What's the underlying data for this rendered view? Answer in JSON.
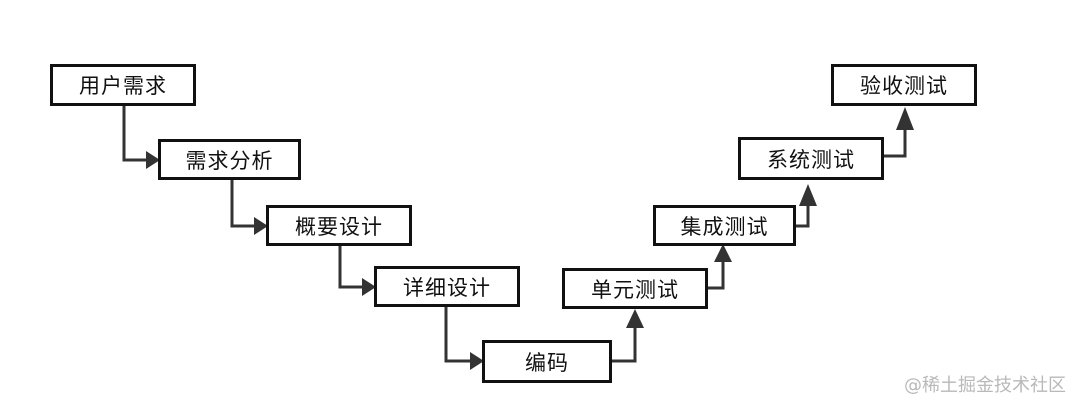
{
  "v_model": {
    "left_branch": [
      "用户需求",
      "需求分析",
      "概要设计",
      "详细设计"
    ],
    "bottom": "编码",
    "right_branch": [
      "单元测试",
      "集成测试",
      "系统测试",
      "验收测试"
    ]
  },
  "watermark": "@稀土掘金技术社区",
  "colors": {
    "line": "#333333",
    "box_border": "#111111",
    "watermark": "#b9b9b9"
  }
}
